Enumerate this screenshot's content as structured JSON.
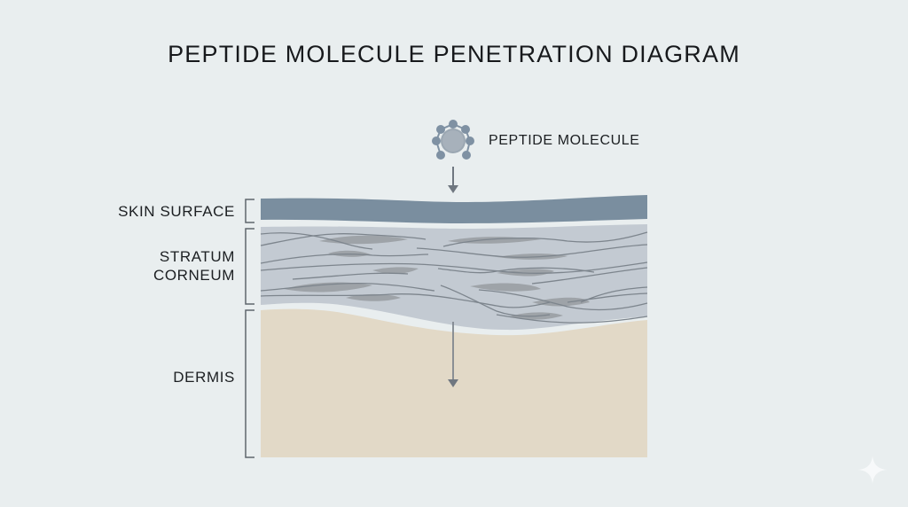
{
  "title": "PEPTIDE MOLECULE PENETRATION DIAGRAM",
  "molecule": {
    "label": "PEPTIDE MOLECULE",
    "icon": "peptide-molecule-icon"
  },
  "layers": [
    {
      "id": "skin-surface",
      "label": "SKIN SURFACE",
      "color": "#7a8e9f"
    },
    {
      "id": "stratum-corneum",
      "label_line1": "STRATUM",
      "label_line2": "CORNEUM",
      "color": "#c3cad2"
    },
    {
      "id": "dermis",
      "label": "DERMIS",
      "color": "#e2d9c7"
    }
  ],
  "colors": {
    "background": "#e9eeef",
    "arrow": "#6f7780",
    "bracket": "#5f666d",
    "lipid_lines": "#7d858d",
    "corneocytes": "#9ea3a8",
    "molecule": "#8294a6"
  },
  "watermark_icon": "sparkle-icon"
}
